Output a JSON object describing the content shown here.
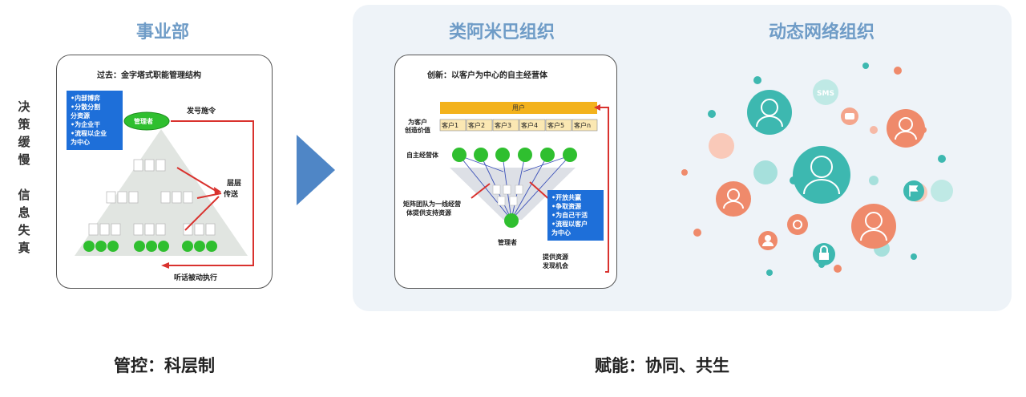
{
  "sections": {
    "division": "事业部",
    "amoeba": "类阿米巴组织",
    "network": "动态网络组织"
  },
  "left_side_text": {
    "line1": [
      "决",
      "策",
      "缓",
      "慢"
    ],
    "line2": [
      "信",
      "息",
      "失",
      "真"
    ]
  },
  "pyramid_card": {
    "title": "过去：金字塔式职能管理结构",
    "blue_box": [
      "•内部博弈",
      "•分散分割",
      "  分资源",
      "•为企业干",
      "•流程以企业",
      "为中心"
    ],
    "manager": "管理者",
    "command": "发号施令",
    "layered": [
      "层层",
      "传送"
    ],
    "execute": "听话被动执行"
  },
  "amoeba_card": {
    "title": "创新：以客户为中心的自主经营体",
    "users": "用户",
    "create_value": [
      "为客户",
      "创造价值"
    ],
    "customers": [
      "客户1",
      "客户2",
      "客户3",
      "客户4",
      "客户5",
      "客户n"
    ],
    "self_unit": "自主经营体",
    "platform": [
      "矩阵团队为一线经营",
      "体提供支持资源"
    ],
    "blue_box": [
      "•开放共赢",
      "•争取资源",
      "•为自己干活",
      "•流程以客户",
      "为中心"
    ],
    "manager": "管理者",
    "provide": [
      "提供资源",
      "发现机会"
    ]
  },
  "bottom": {
    "left": "管控：科层制",
    "right": "赋能：协同、共生"
  },
  "network_icons": {
    "sms": "SMS"
  },
  "colors": {
    "title_blue": "#6f9cc7",
    "arrow_blue": "#4f86c6",
    "teal": "#3db8b0",
    "coral": "#ef8a6b",
    "green": "#2fbf2f",
    "red": "#d9322e",
    "gold": "#f3b21c"
  }
}
